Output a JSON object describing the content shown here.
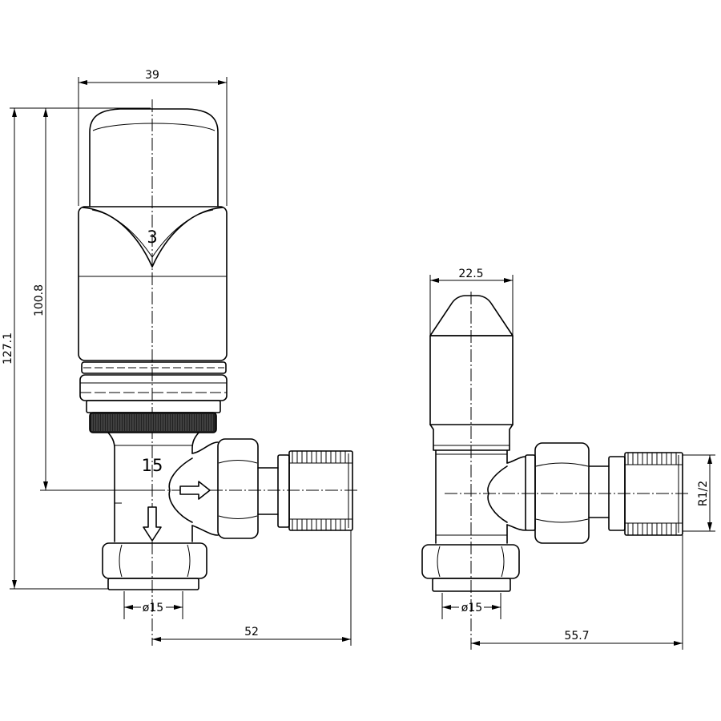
{
  "drawing": {
    "left_view": {
      "dim_width": "39",
      "dim_total_height": "127.1",
      "dim_height_to_outlet": "100.8",
      "head_setting": "3",
      "body_marking": "15",
      "dim_pipe_diameter": "ø15",
      "dim_outlet_length": "52"
    },
    "right_view": {
      "dim_cap_width": "22.5",
      "dim_thread": "R1/2",
      "dim_pipe_diameter": "ø15",
      "dim_outlet_length": "55.7"
    }
  },
  "colors": {
    "line": "#000000",
    "background": "#ffffff",
    "knurl": "#222222"
  }
}
